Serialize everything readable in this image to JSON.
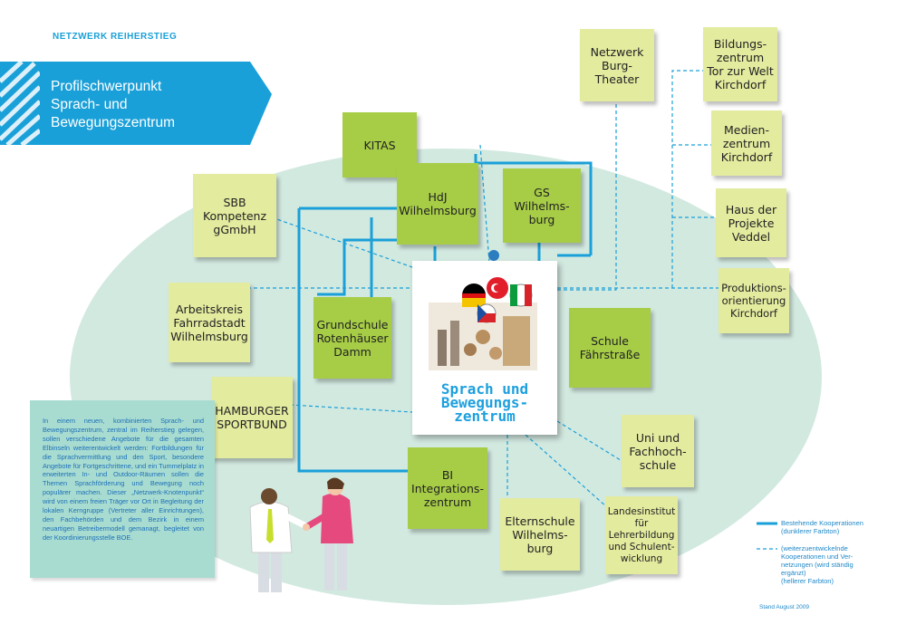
{
  "header": {
    "brand": "NETZWERK REIHERSTIEG",
    "title_lines": [
      "Profilschwerpunkt",
      "Sprach- und",
      "Bewegungszentrum"
    ]
  },
  "center": {
    "title": "Sprach und\nBewegungs-\nzentrum",
    "illustration": "children-flags-illustration"
  },
  "nodes": {
    "kitas": "KITAS",
    "hdj": "HdJ\nWilhelmsburg",
    "gs": "GS\nWilhelms-\nburg",
    "sbb": "SBB\nKompetenz\ngGmbH",
    "arbeitskreis": "Arbeitskreis\nFahrradstadt\nWilhelmsburg",
    "grundschule": "Grundschule\nRotenhäuser\nDamm",
    "schule_faehr": "Schule\nFährstraße",
    "hsb": "HAMBURGER\nSPORTBUND",
    "bi": "BI\nIntegrations-\nzentrum",
    "elternschule": "Elternschule\nWilhelms-\nburg",
    "landesinstitut": "Landesinstitut\nfür\nLehrerbildung\nund Schulent-\nwicklung",
    "uni": "Uni und\nFachhoch-\nschule",
    "burgtheater": "Netzwerk\nBurg-\nTheater",
    "bildungszentrum": "Bildungs-\nzentrum\nTor zur Welt\nKirchdorf",
    "medienzentrum": "Medien-\nzentrum\nKirchdorf",
    "hausprojekte": "Haus der\nProjekte\nVeddel",
    "produktion": "Produktions-\norientierung\nKirchdorf"
  },
  "intro_text": "In einem neuen, kombinierten Sprach- und Bewegungszentrum, zentral im Reiherstieg gelegen, sollen verschiedene Angebote für die gesamten Elbinseln weiterentwickelt werden: Fortbildungen für die Sprachvermittlung und den Sport, besondere Angebote für Fortgeschrittene, und ein Tummelplatz in erweiterten In- und Outdoor-Räumen sollen die Themen Sprachförderung und Bewegung noch populärer machen. Dieser „Netzwerk-Knotenpunkt“ wird von einem freien Träger vor Ort in Begleitung der lokalen Kerngruppe (Vertreter aller Einrichtungen), den Fachbehörden und dem Bezirk in einem neuartigen Betreibermodell gemanagt, begleitet von der Koordinierungsstelle BOE.",
  "legend": {
    "solid_label": "Bestehende Kooperationen\n(dunklerer Farbton)",
    "dashed_label": "(weiterzuentwickelnde\nKooperationen und Ver-\nnetzungen (wird ständig\nergänzt)\n(hellerer Farbton)",
    "date": "Stand August 2009"
  },
  "colors": {
    "accent": "#1aa0d8",
    "existing_node": "#a7cd47",
    "planned_node": "#e3eb9f",
    "ellipse": "#d2e9e0"
  }
}
